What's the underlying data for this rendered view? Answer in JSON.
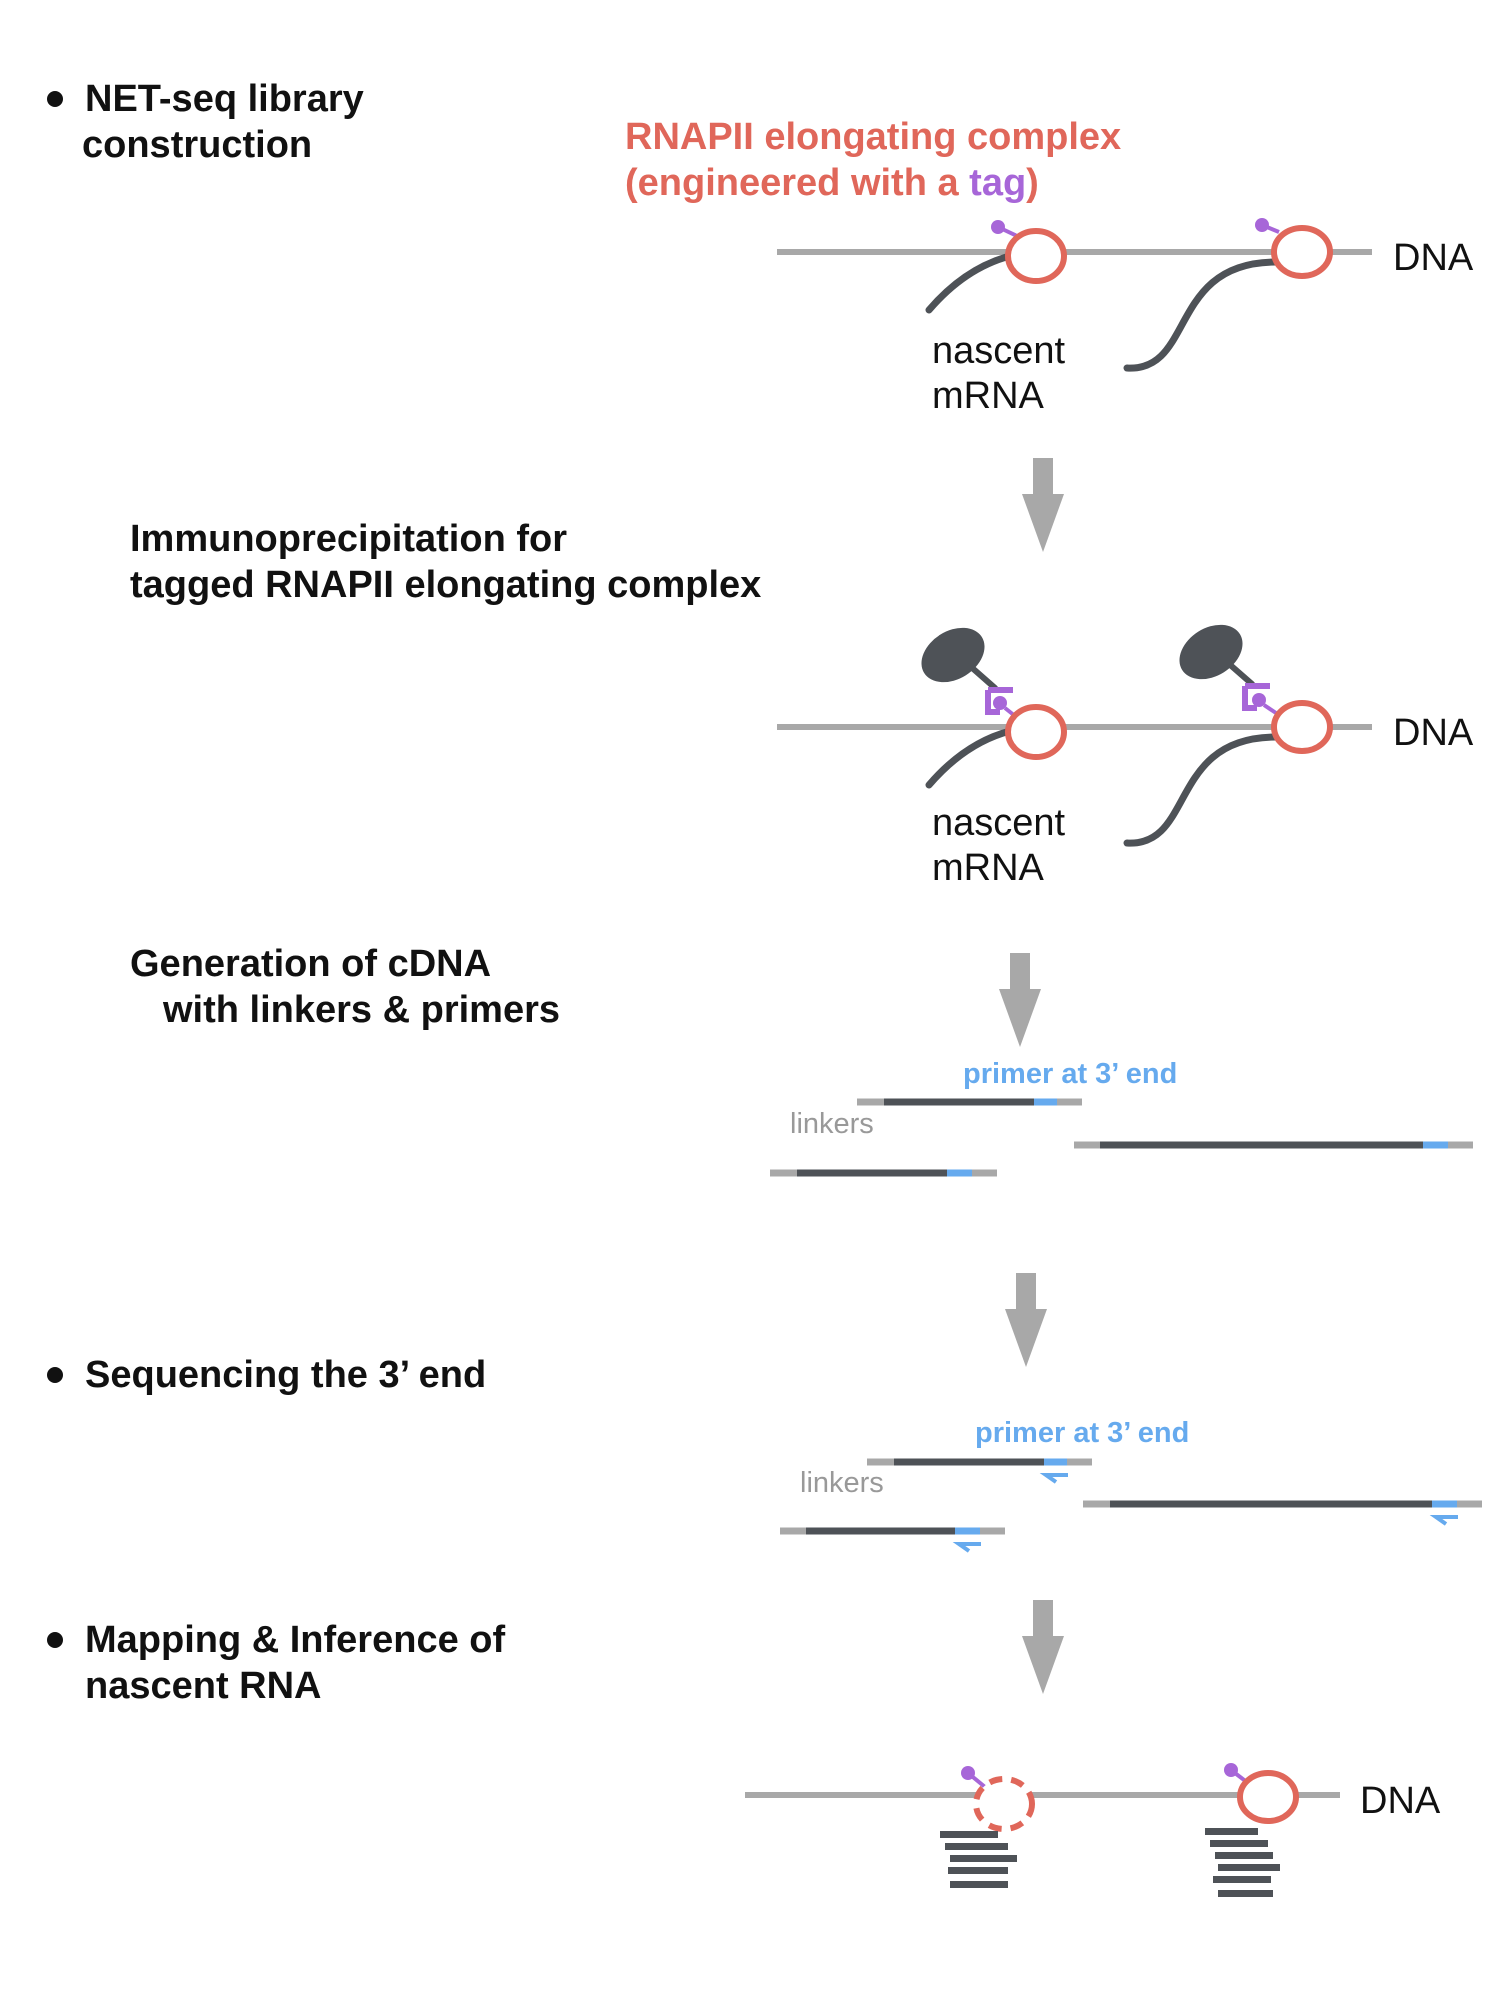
{
  "steps": {
    "library_line1": "NET-seq library",
    "library_line2": "construction",
    "ip_line1": "Immunoprecipitation for",
    "ip_line2": "tagged RNAPII elongating complex",
    "cdna_line1": "Generation of cDNA",
    "cdna_line2": "with linkers & primers",
    "sequencing": "Sequencing the 3’ end",
    "mapping_line1": "Mapping & Inference of",
    "mapping_line2": "nascent RNA"
  },
  "complex_label": {
    "line1": "RNAPII elongating complex",
    "line2_prefix": "(engineered with a ",
    "line2_tag": "tag",
    "line2_suffix": ")"
  },
  "labels": {
    "dna": "DNA",
    "nascent": "nascent",
    "mrna": "mRNA",
    "primer": "primer at 3’ end",
    "linkers": "linkers"
  },
  "colors": {
    "rnapii": "#e0675a",
    "tag": "#a766d8",
    "primer": "#66aaee",
    "dna": "#a8a8a8",
    "strand": "#4e5257",
    "arrow": "#a8a8a8",
    "text": "#111111",
    "linker_text": "#999999"
  }
}
